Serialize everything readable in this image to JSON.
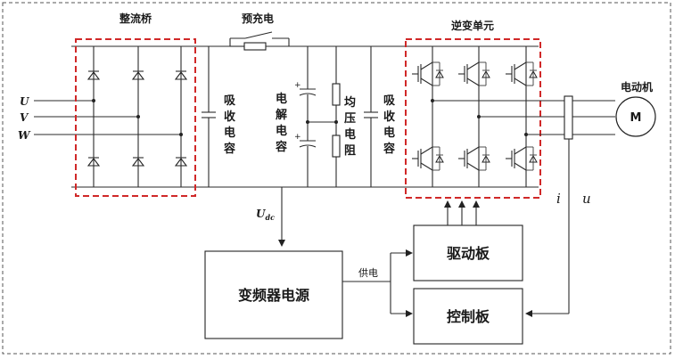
{
  "labels": {
    "rectifier": "整流桥",
    "precharge": "预充电",
    "inverter": "逆变单元",
    "motor": "电动机",
    "motor_symbol": "M",
    "phase_u": "U",
    "phase_v": "V",
    "phase_w": "W",
    "absorb_cap_1": [
      "吸",
      "收",
      "电",
      "容"
    ],
    "electrolytic_cap": [
      "电",
      "解",
      "电",
      "容"
    ],
    "balance_resistor": [
      "均",
      "压",
      "电",
      "阻"
    ],
    "absorb_cap_2": [
      "吸",
      "收",
      "电",
      "容"
    ],
    "udc_main": "U",
    "udc_sub": "dc",
    "power_supply": "变频器电源",
    "supply_label": "供电",
    "drive_board": "驱动板",
    "control_board": "控制板",
    "current_symbol": "i",
    "voltage_symbol": "u",
    "plus_sign": "+"
  },
  "colors": {
    "dashed_box": "#d02828",
    "line": "#2a2a2a"
  }
}
